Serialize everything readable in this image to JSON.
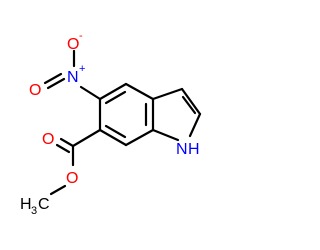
{
  "colors": {
    "bond": "#000000",
    "oxygen": "#ff0000",
    "nitrogen": "#0000ff",
    "carbon": "#000000"
  },
  "atoms": {
    "nitro_o_minus": {
      "symbol": "O",
      "charge": "-",
      "color_key": "oxygen"
    },
    "nitro_n": {
      "symbol": "N",
      "charge": "+",
      "color_key": "nitrogen"
    },
    "nitro_o_double": {
      "symbol": "O",
      "color_key": "oxygen"
    },
    "ester_o_carbonyl": {
      "symbol": "O",
      "color_key": "oxygen"
    },
    "ester_o_ether": {
      "symbol": "O",
      "color_key": "oxygen"
    },
    "methyl": {
      "symbol": "H",
      "subscript": "3",
      "suffix": "C",
      "color_key": "carbon"
    },
    "indole_nh": {
      "symbol": "H",
      "color_key": "nitrogen"
    }
  }
}
